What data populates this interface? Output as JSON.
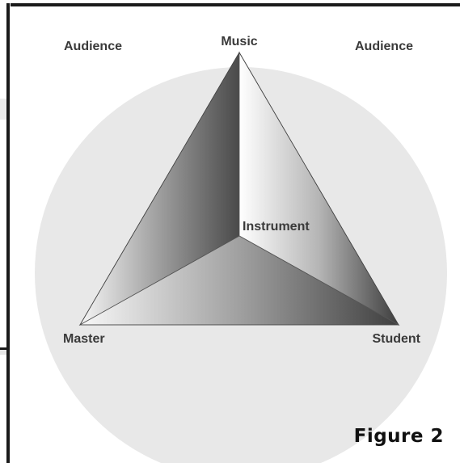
{
  "diagram": {
    "labels": {
      "music": "Music",
      "audience_left": "Audience",
      "audience_right": "Audience",
      "instrument": "Instrument",
      "master": "Master",
      "student": "Student"
    },
    "figure_label": "Figure 2",
    "colors": {
      "circle": "#e8e8e8",
      "frame": "#1a1a1a",
      "label_text": "#3a3a3a"
    }
  }
}
